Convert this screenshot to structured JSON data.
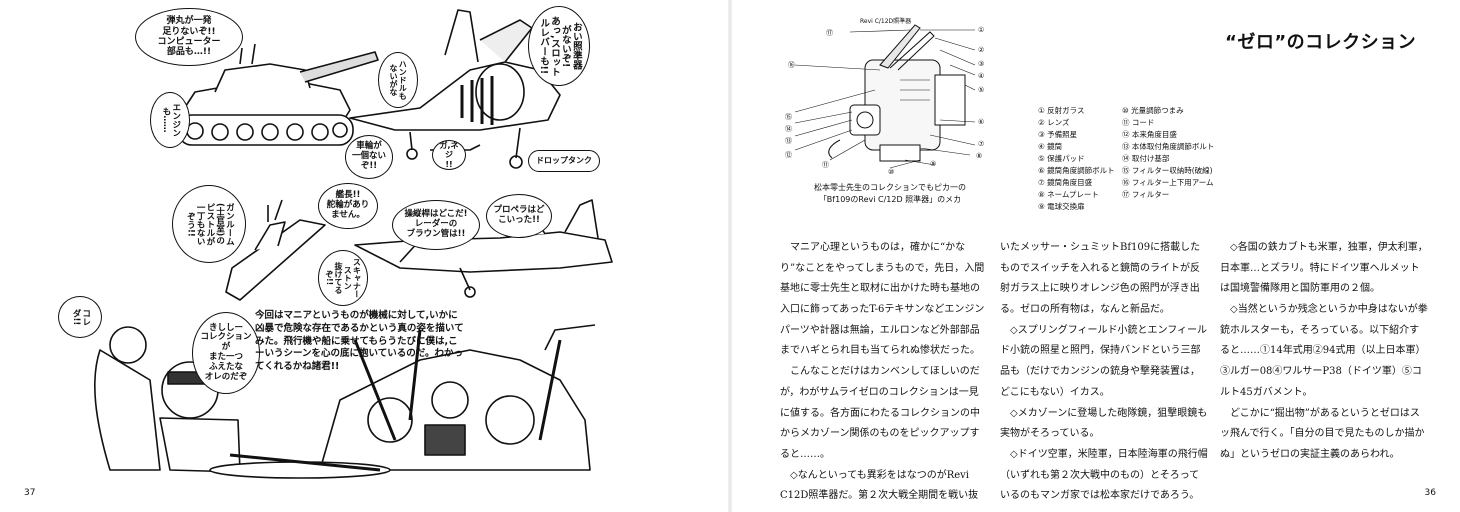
{
  "left_page": {
    "page_number": "37",
    "bubbles": [
      "弾丸が一発\n足りないぞ!!\nコンピューター\n部品も…!!",
      "おい照準器\nがないぞ!\nあっ,スロット\nルレバーも!!",
      "ハンドルも\nないがな",
      "エンジン\nも……",
      "車輪が\n一個ない\nぞ!!",
      "ガ,ネジ\n!!",
      "ドロップタンク",
      "艦長!!\n舵輪があり\nません。",
      "操縦桿はどこだ!\nレーダーの\nブラウン管は!!",
      "プロペラはど\nこいった!!",
      "ガンルーム\n(士官室)の\nピストルが\n一丁もない\nぞう!!",
      "スキャナー\nストン\n抜けてる\nぞ!!",
      "コレ\nダ!!",
      "きししー\nコレクションが\nまた一つ\nふえたな\nオレのだぞ"
    ],
    "narration": "今回はマニアというものが機械に対して,いかに凶暴で危険な存在であるかという真の姿を描いてみた。飛行機や船に乗せてもらうたびに僕は,こーいうシーンを心の底に抱いているのだ。わかってくれるかね諸君!!"
  },
  "right_page": {
    "page_number": "36",
    "title": "“ゼロ”のコレクション",
    "diagram_title": "Revi C/12D照準器",
    "diagram_caption": "松本零士先生のコレクションでもピカ一の\n「Bf109のRevi C/12D 照準器」のメカ",
    "callout_numbers": [
      "①",
      "②",
      "③",
      "④",
      "⑤",
      "⑥",
      "⑦",
      "⑧",
      "⑨",
      "⑩",
      "⑪",
      "⑫",
      "⑬",
      "⑭",
      "⑮",
      "⑯",
      "⑰"
    ],
    "legend_left": [
      "① 反射ガラス",
      "② レンズ",
      "③ 予備照星",
      "④ 鏡筒",
      "⑤ 保護パッド",
      "⑥ 鏡筒角度調節ボルト",
      "⑦ 鏡筒角度目盛",
      "⑧ ネームプレート",
      "⑨ 電球交換扉"
    ],
    "legend_right": [
      "⑩ 光量調節つまみ",
      "⑪ コード",
      "⑫ 本来角度目盛",
      "⑬ 本体取付角度調節ボルト",
      "⑭ 取付け基部",
      "⑮ フィルター収納時(破線)",
      "⑯ フィルター上下用アーム",
      "⑰ フィルター"
    ],
    "col1": [
      "マニア心理というものは，確かに“かなり”なことをやってしまうもので，先日，入間基地に零士先生と取材に出かけた時も基地の入口に飾ってあったT-6テキサンなどエンジンパーツや計器は無論，エルロンなど外部部品までハギとられ目も当てられぬ惨状だった。",
      "こんなことだけはカンベンしてほしいのだが，わがサムライゼロのコレクションは一見に値する。各方面にわたるコレクションの中からメカゾーン関係のものをピックアップすると……。",
      "◇なんといっても異彩をはなつのがRevi C12D照準器だ。第２次大戦全期間を戦い抜"
    ],
    "col2": [
      "いたメッサー・シュミットBf109に搭載したものでスイッチを入れると鏡筒のライトが反射ガラス上に映りオレンジ色の照門が浮き出る。ゼロの所有物は，なんと新品だ。",
      "◇スプリングフィールド小銃とエンフィールド小銃の照星と照門，保持バンドという三部品も（だけでカンジンの銃身や撃発装置は，どこにもない）イカス。",
      "◇メカゾーンに登場した砲隊鏡，狙撃眼鏡も実物がそろっている。",
      "◇ドイツ空軍，米陸軍，日本陸海軍の飛行帽（いずれも第２次大戦中のもの）とそろっているのもマンガ家では松本家だけであろう。"
    ],
    "col3": [
      "◇各国の鉄カブトも米軍，独軍，伊太利軍，日本軍…とズラリ。特にドイツ軍ヘルメットは国境警備隊用と国防軍用の２個。",
      "◇当然というか残念というか中身はないが拳銃ホルスターも，そろっている。以下紹介すると……①14年式用②94式用（以上日本軍）③ルガー08④ワルサーP38（ドイツ軍）⑤コルト45ガバメント。",
      "どこかに“掘出物”があるというとゼロはスッ飛んで行く。「自分の目で見たものしか描かぬ」というゼロの実証主義のあらわれ。"
    ]
  }
}
